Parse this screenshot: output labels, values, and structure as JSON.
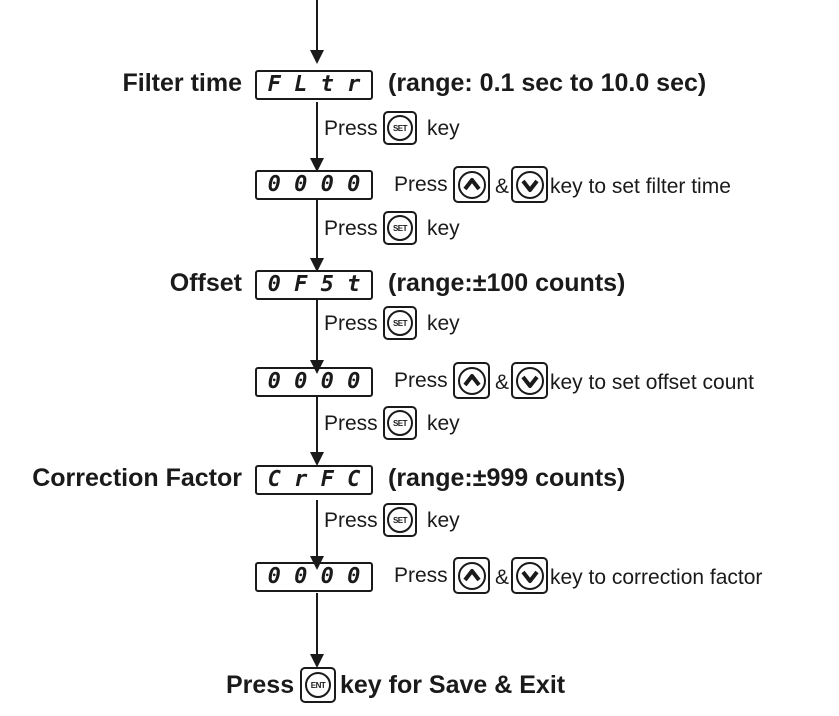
{
  "steps": {
    "filter": {
      "label": "Filter time",
      "display": [
        "F",
        "L",
        "t",
        "r"
      ],
      "range": "(range: 0.1 sec to 10.0 sec)",
      "press_to_enter": "Press",
      "key_word": "key",
      "value_display": [
        "0",
        "0",
        "0",
        "0"
      ],
      "adjust_press": "Press",
      "adjust_and": "&",
      "adjust_text": "key to set filter time",
      "press_next": "Press",
      "key_next": "key"
    },
    "offset": {
      "label": "Offset",
      "display": [
        "0",
        "F",
        "5",
        "t"
      ],
      "range": "(range:±100 counts)",
      "press_to_enter": "Press",
      "key_word": "key",
      "value_display": [
        "0",
        "0",
        "0",
        "0"
      ],
      "adjust_press": "Press",
      "adjust_and": "&",
      "adjust_text": "key to set offset count",
      "press_next": "Press",
      "key_next": "key"
    },
    "correction": {
      "label": "Correction Factor",
      "display": [
        "C",
        "r",
        "F",
        "C"
      ],
      "range": "(range:±999 counts)",
      "press_to_enter": "Press",
      "key_word": "key",
      "value_display": [
        "0",
        "0",
        "0",
        "0"
      ],
      "adjust_press": "Press",
      "adjust_and": "&",
      "adjust_text": "key to correction factor"
    }
  },
  "keys": {
    "set": "SET",
    "enter": "ENT"
  },
  "final": {
    "press": "Press",
    "text": "key for Save & Exit"
  }
}
